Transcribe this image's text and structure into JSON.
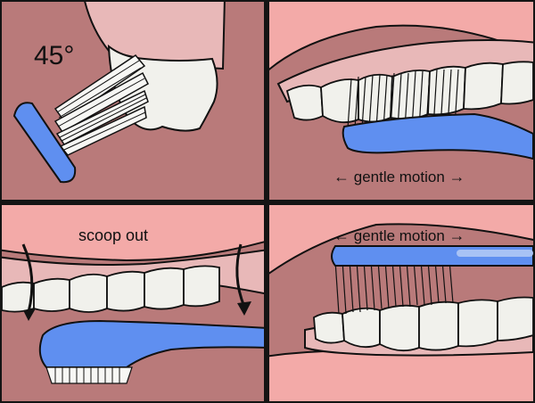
{
  "panels": {
    "angle": {
      "label": "45°"
    },
    "outer_motion": {
      "left_arrow": "←",
      "text": "gentle motion",
      "right_arrow": "→"
    },
    "scoop": {
      "text": "scoop out"
    },
    "inner_motion": {
      "left_arrow": "←",
      "text": "gentle motion",
      "right_arrow": "→"
    }
  },
  "colors": {
    "mouth": "#b97a7a",
    "gum": "#e8b8b8",
    "lip": "#f3aaa8",
    "tooth": "#f1f1ec",
    "brush": "#5f8ff0",
    "brush_light": "#a8c2f5",
    "outline": "#111111"
  }
}
